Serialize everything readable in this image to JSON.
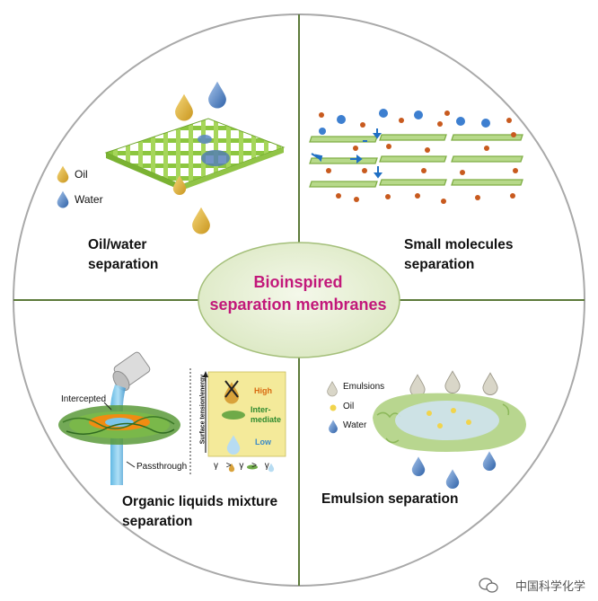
{
  "center": {
    "line1": "Bioinspired",
    "line2": "separation membranes"
  },
  "quadrants": {
    "oil_water": {
      "line1": "Oil/water",
      "line2": "separation",
      "legend_oil": "Oil",
      "legend_water": "Water"
    },
    "small_molecules": {
      "line1": "Small molecules",
      "line2": "separation"
    },
    "organic_liquids": {
      "line1": "Organic liquids mixture",
      "line2": "separation",
      "intercepted": "Intercepted",
      "passthrough": "Passthrough",
      "axis_label": "Surface tension/energy",
      "high": "High",
      "intermediate_1": "Inter-",
      "intermediate_2": "mediate",
      "low": "Low",
      "gamma_relation": "γ > γ > γ"
    },
    "emulsion": {
      "line1": "Emulsion separation",
      "legend_emulsions": "Emulsions",
      "legend_oil": "Oil",
      "legend_water": "Water"
    }
  },
  "watermark": {
    "text": "中国科学化学"
  },
  "colors": {
    "circle_border": "#a9a9a9",
    "divider": "#5c7a3a",
    "center_fill": "#e6efd2",
    "center_text": "#c2187a",
    "membrane_green": "#9ccc65",
    "oil_drop": "#e2b43b",
    "water_drop": "#4f7fc0",
    "dot_orange": "#c85a1e",
    "dot_blue": "#3d7fd0",
    "panel_yellow": "#f4ea9a"
  }
}
